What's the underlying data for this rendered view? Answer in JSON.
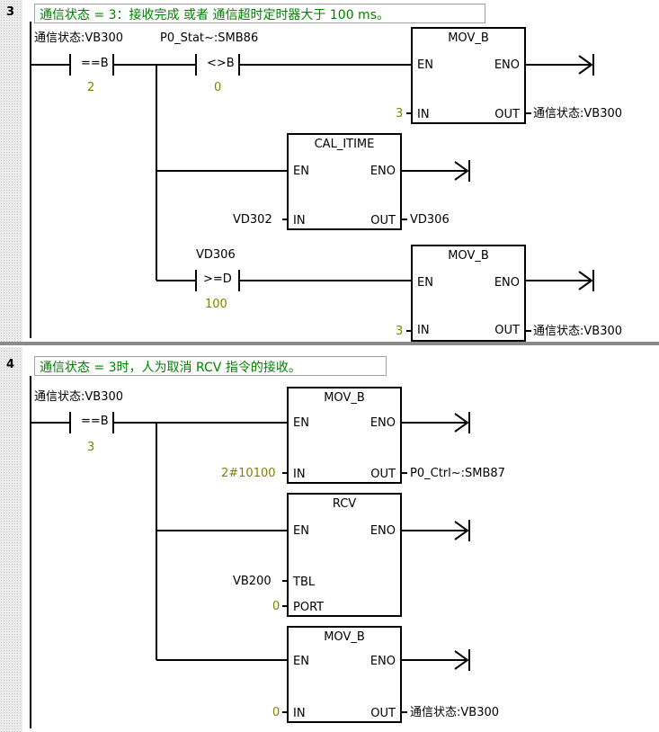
{
  "network3": {
    "number": "3",
    "comment": "通信状态 = 3：接收完成 或者 通信超时定时器大于 100 ms。",
    "contact1": {
      "operand": "通信状态:VB300",
      "op": "==B",
      "value": "2"
    },
    "contact2": {
      "operand": "P0_Stat~:SMB86",
      "op": "<>B",
      "value": "0"
    },
    "box1": {
      "title": "MOV_B",
      "en": "EN",
      "eno": "ENO",
      "in_pin": "IN",
      "out_pin": "OUT",
      "in_val": "3",
      "out_val": "通信状态:VB300"
    },
    "box2": {
      "title": "CAL_ITIME",
      "en": "EN",
      "eno": "ENO",
      "in_pin": "IN",
      "out_pin": "OUT",
      "in_val": "VD302",
      "out_val": "VD306"
    },
    "contact3": {
      "operand": "VD306",
      "op": ">=D",
      "value": "100"
    },
    "box3": {
      "title": "MOV_B",
      "en": "EN",
      "eno": "ENO",
      "in_pin": "IN",
      "out_pin": "OUT",
      "in_val": "3",
      "out_val": "通信状态:VB300"
    }
  },
  "network4": {
    "number": "4",
    "comment": "通信状态 = 3时，人为取消 RCV 指令的接收。",
    "contact1": {
      "operand": "通信状态:VB300",
      "op": "==B",
      "value": "3"
    },
    "box1": {
      "title": "MOV_B",
      "en": "EN",
      "eno": "ENO",
      "in_pin": "IN",
      "out_pin": "OUT",
      "in_val": "2#10100",
      "out_val": "P0_Ctrl~:SMB87"
    },
    "box2": {
      "title": "RCV",
      "en": "EN",
      "eno": "ENO",
      "tbl_pin": "TBL",
      "port_pin": "PORT",
      "tbl_val": "VB200",
      "port_val": "0"
    },
    "box3": {
      "title": "MOV_B",
      "en": "EN",
      "eno": "ENO",
      "in_pin": "IN",
      "out_pin": "OUT",
      "in_val": "0",
      "out_val": "通信状态:VB300"
    }
  }
}
